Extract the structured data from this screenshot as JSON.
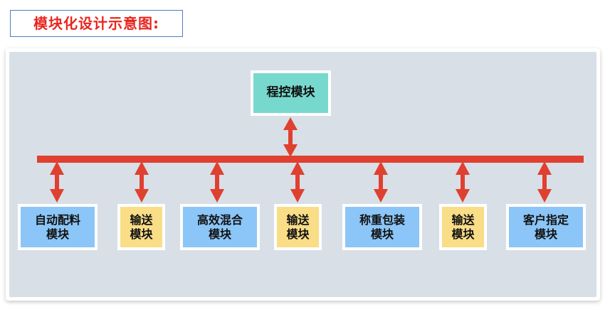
{
  "title": {
    "text": "模块化设计示意图:",
    "text_color": "#e8251e",
    "border_color": "#4a7ec4"
  },
  "diagram": {
    "background_color": "#d8dfe7",
    "bus_bar_color": "#e0402f",
    "arrow_color": "#e0402f",
    "controller": {
      "label": "程控模块",
      "color": "#77d8ce"
    },
    "modules": [
      {
        "label": "自动配料\n模块",
        "color": "#8cc5f7",
        "kind": "blue"
      },
      {
        "label": "输送\n模块",
        "color": "#f9dd87",
        "kind": "yellow"
      },
      {
        "label": "高效混合\n模块",
        "color": "#8cc5f7",
        "kind": "blue"
      },
      {
        "label": "输送\n模块",
        "color": "#f9dd87",
        "kind": "yellow"
      },
      {
        "label": "称重包装\n模块",
        "color": "#8cc5f7",
        "kind": "blue"
      },
      {
        "label": "输送\n模块",
        "color": "#f9dd87",
        "kind": "yellow"
      },
      {
        "label": "客户指定\n模块",
        "color": "#8cc5f7",
        "kind": "blue"
      }
    ]
  }
}
